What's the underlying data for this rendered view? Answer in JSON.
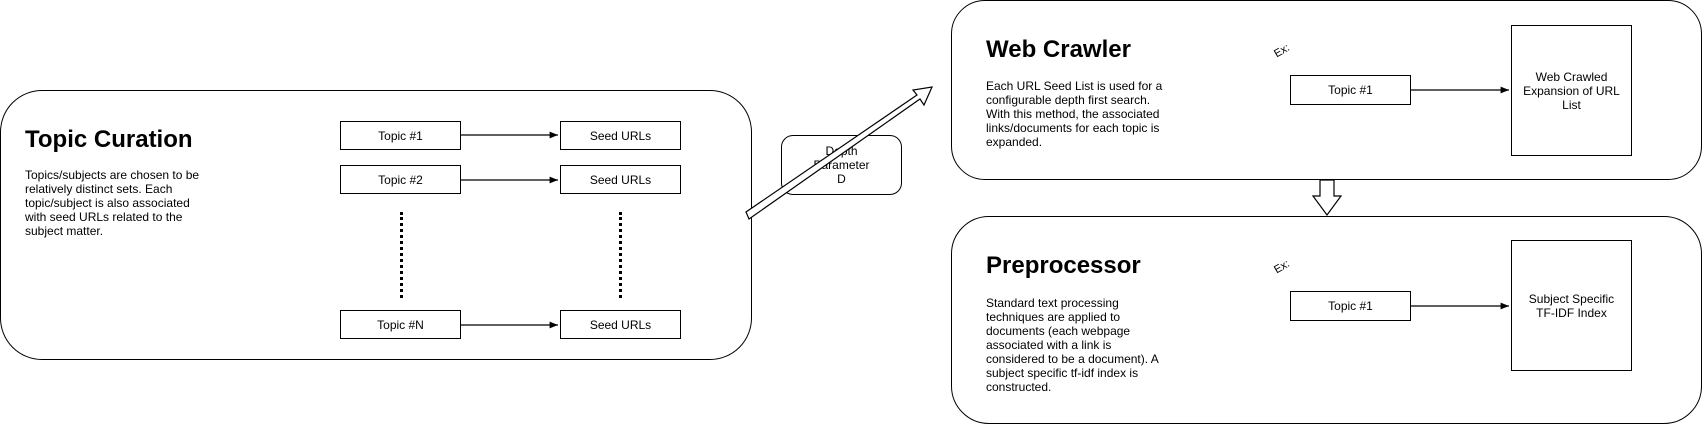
{
  "topic_curation": {
    "title": "Topic Curation",
    "description": "Topics/subjects are chosen to be relatively distinct sets. Each topic/subject is also associated with seed URLs related to the subject matter.",
    "topics": [
      "Topic #1",
      "Topic #2",
      "Topic #N"
    ],
    "seeds": [
      "Seed URLs",
      "Seed URLs",
      "Seed URLs"
    ]
  },
  "depth_parameter": {
    "line1": "Depth",
    "line2": "Parameter",
    "line3": "D"
  },
  "web_crawler": {
    "title": "Web Crawler",
    "description": "Each URL Seed List is used for a configurable depth first search. With this method, the associated links/documents for each topic is expanded.",
    "example_glyph": "Ex:",
    "topic": "Topic #1",
    "output": "Web Crawled Expansion of URL List"
  },
  "preprocessor": {
    "title": "Preprocessor",
    "description": "Standard text processing techniques are applied to documents (each webpage associated with a link is considered to be a document). A subject specific tf-idf index is constructed.",
    "example_glyph": "Ex:",
    "topic": "Topic #1",
    "output": "Subject Specific TF-IDF Index"
  }
}
